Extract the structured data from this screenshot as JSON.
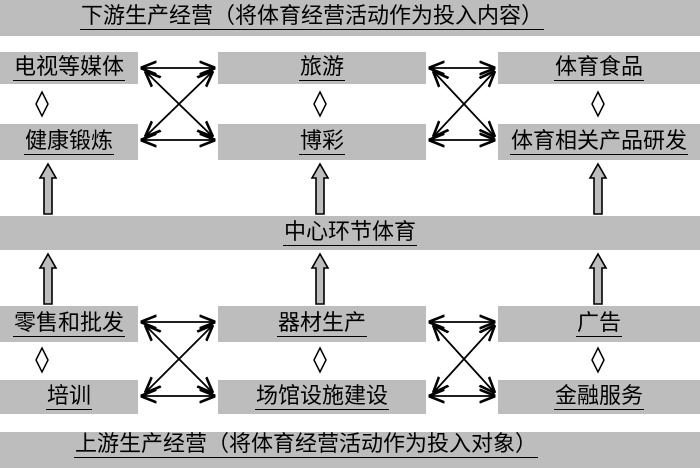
{
  "top_header": "下游生产经营（将体育经营活动作为投入内容）",
  "bottom_header": "上游生产经营（将体育经营活动作为投入对象）",
  "center": "中心环节体育",
  "downstream": {
    "row1": [
      "电视等媒体",
      "旅游",
      "体育食品"
    ],
    "row2": [
      "健康锻炼",
      "博彩",
      "体育相关产品研发"
    ]
  },
  "upstream": {
    "row1": [
      "零售和批发",
      "器材生产",
      "广告"
    ],
    "row2": [
      "培训",
      "场馆设施建设",
      "金融服务"
    ]
  },
  "colors": {
    "box_fill": "#bdbdbd",
    "arrow": "#000000",
    "block_arrow_fill": "#bdbdbd"
  }
}
